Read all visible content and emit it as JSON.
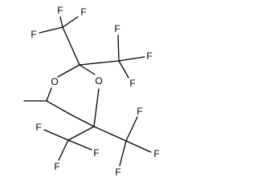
{
  "diagram": {
    "atoms": {
      "O1": "O",
      "O2": "O",
      "F_a1": "F",
      "F_a2": "F",
      "F_a3": "F",
      "F_b1": "F",
      "F_b2": "F",
      "F_b3": "F",
      "F_c1": "F",
      "F_c2": "F",
      "F_c3": "F",
      "F_d1": "F",
      "F_d2": "F",
      "F_d3": "F"
    }
  }
}
